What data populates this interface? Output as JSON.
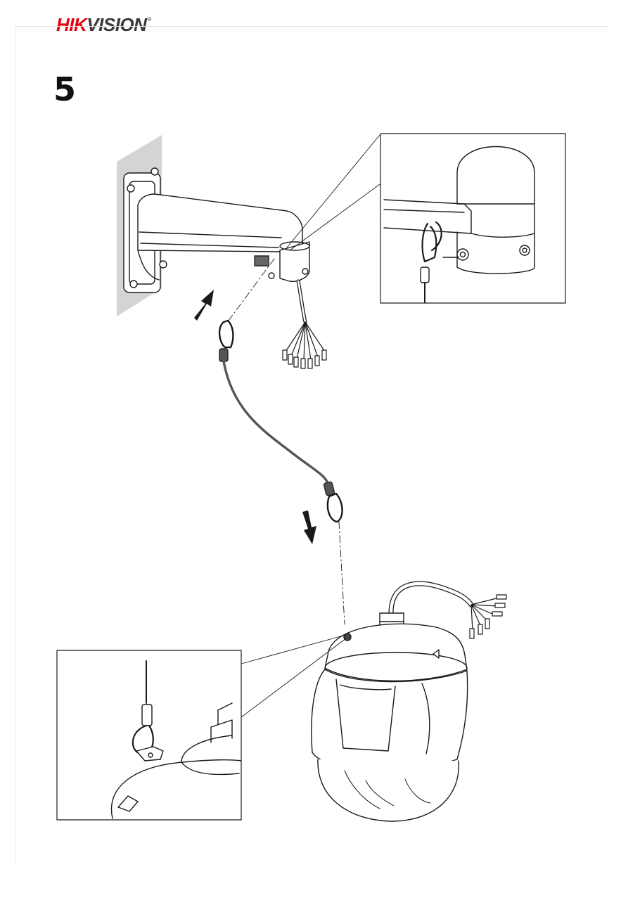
{
  "header": {
    "brand_hik": "HIK",
    "brand_vision": "VISION",
    "brand_reg": "®",
    "brand_colors": {
      "red": "#e60012",
      "gray": "#3a3a3a"
    }
  },
  "step": {
    "number": "5"
  },
  "illustration": {
    "scene": "safety-rope-installation",
    "arrows": [
      "arrow-up-icon",
      "arrow-down-icon"
    ]
  }
}
